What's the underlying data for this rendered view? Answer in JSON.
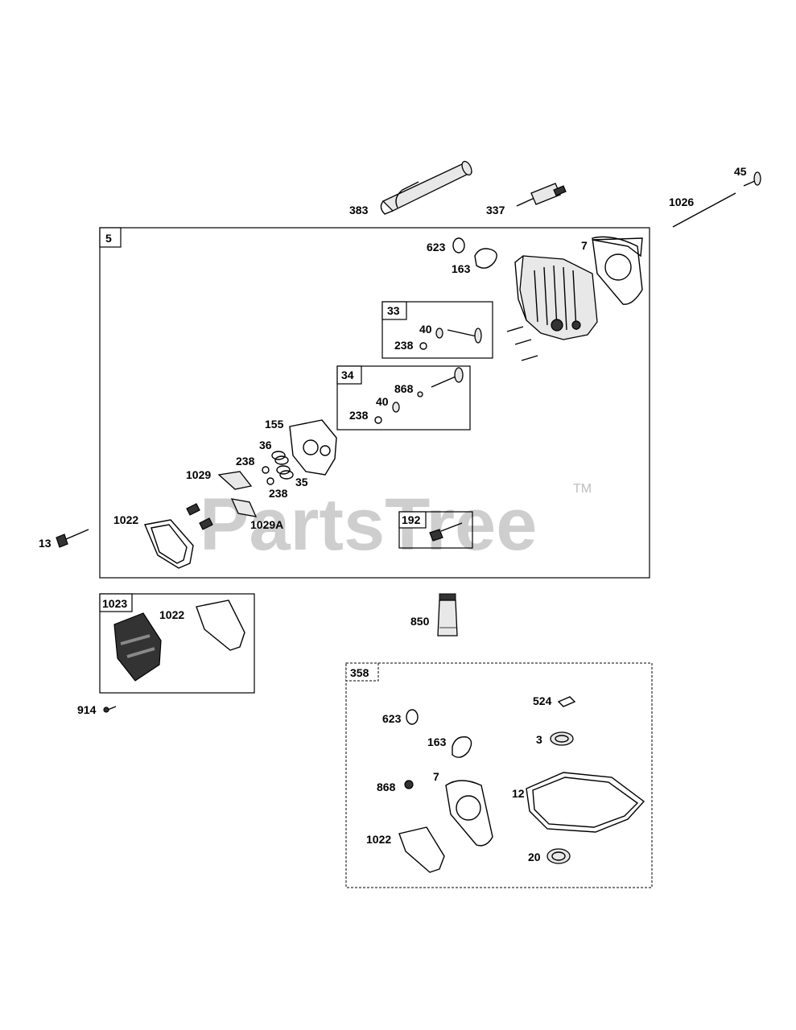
{
  "watermark": {
    "text": "PartsTree",
    "tm": "TM"
  },
  "boxes": {
    "b5": "5",
    "b33": "33",
    "b34": "34",
    "b192": "192",
    "b1023": "1023",
    "b358": "358"
  },
  "labels": {
    "l383": "383",
    "l337": "337",
    "l45": "45",
    "l1026": "1026",
    "l623": "623",
    "l163": "163",
    "l7": "7",
    "l40a": "40",
    "l238a": "238",
    "l868a": "868",
    "l40b": "40",
    "l238b": "238",
    "l155": "155",
    "l36": "36",
    "l238c": "238",
    "l35": "35",
    "l238d": "238",
    "l1029": "1029",
    "l1029A": "1029A",
    "l1022a": "1022",
    "l13": "13",
    "l1022b": "1022",
    "l914": "914",
    "l850": "850",
    "l623b": "623",
    "l524": "524",
    "l163b": "163",
    "l3": "3",
    "l868b": "868",
    "l7b": "7",
    "l12": "12",
    "l1022c": "1022",
    "l20": "20"
  }
}
